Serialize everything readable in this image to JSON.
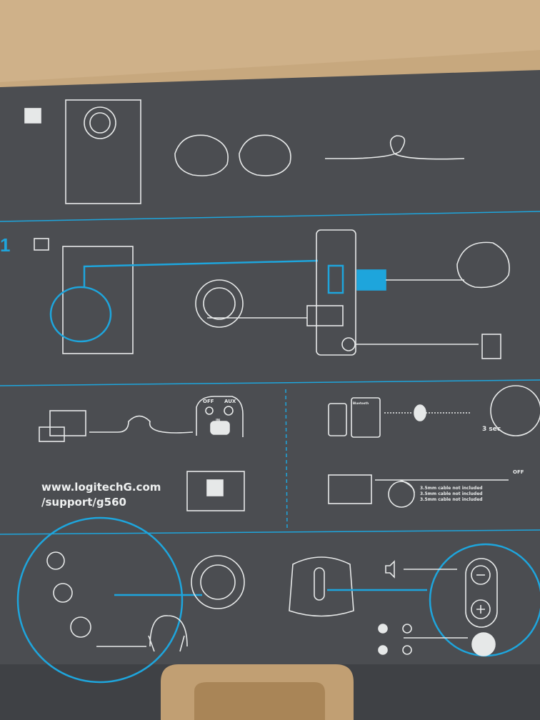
{
  "support": {
    "url_line1": "www.logitechG.com",
    "url_line2": "/support/g560"
  },
  "switch_panel": {
    "bt_off_label": "OFF",
    "aux_label": "AUX",
    "in_label": "IN"
  },
  "bluetooth": {
    "hold_label": "3 sec",
    "device_screen_label": "Bluetooth"
  },
  "aux_note": [
    "3.5mm cable not included",
    "3.5mm cable not included",
    "3.5mm cable not included"
  ],
  "step_number": "1",
  "colors": {
    "panel": "#4b4d51",
    "accent": "#1ea5dc",
    "line": "#e6e8e8",
    "cardboard": "#c4a47a"
  },
  "icons": [
    "box-contents-icon",
    "tools-icon",
    "bluetooth-icon",
    "power-icon",
    "headphones-icon",
    "volume-icon",
    "brightness-icon",
    "logitech-g-icon",
    "download-icon"
  ]
}
